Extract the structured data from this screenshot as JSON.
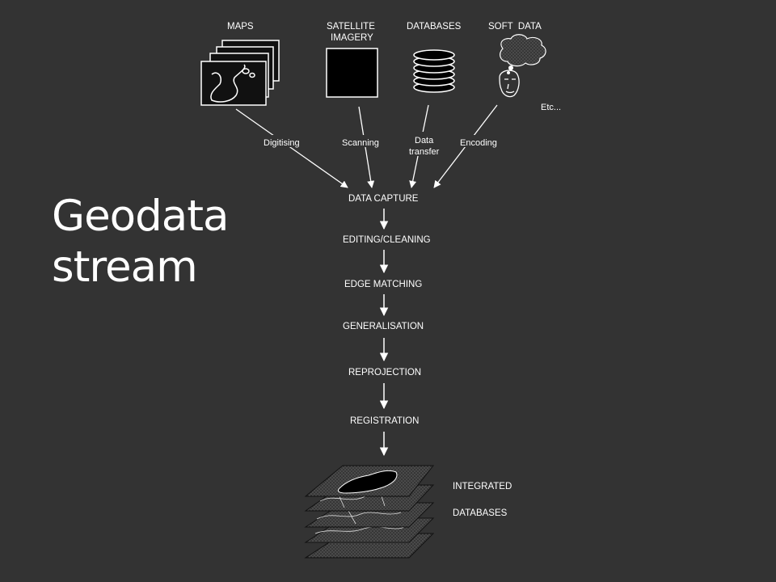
{
  "slide": {
    "title_line1": "Geodata",
    "title_line2": "stream",
    "background": "#333333",
    "text_color": "#ffffff"
  },
  "sources": {
    "maps": "MAPS",
    "satellite_line1": "SATELLITE",
    "satellite_line2": "IMAGERY",
    "databases": "DATABASES",
    "soft_data": "SOFT  DATA",
    "etc": "Etc..."
  },
  "methods": {
    "digitising": "Digitising",
    "scanning": "Scanning",
    "data_transfer_line1": "Data",
    "data_transfer_line2": "transfer",
    "encoding": "Encoding"
  },
  "steps": [
    "DATA CAPTURE",
    "EDITING/CLEANING",
    "EDGE MATCHING",
    "GENERALISATION",
    "REPROJECTION",
    "REGISTRATION"
  ],
  "result": {
    "line1": "INTEGRATED",
    "line2": "DATABASES"
  }
}
